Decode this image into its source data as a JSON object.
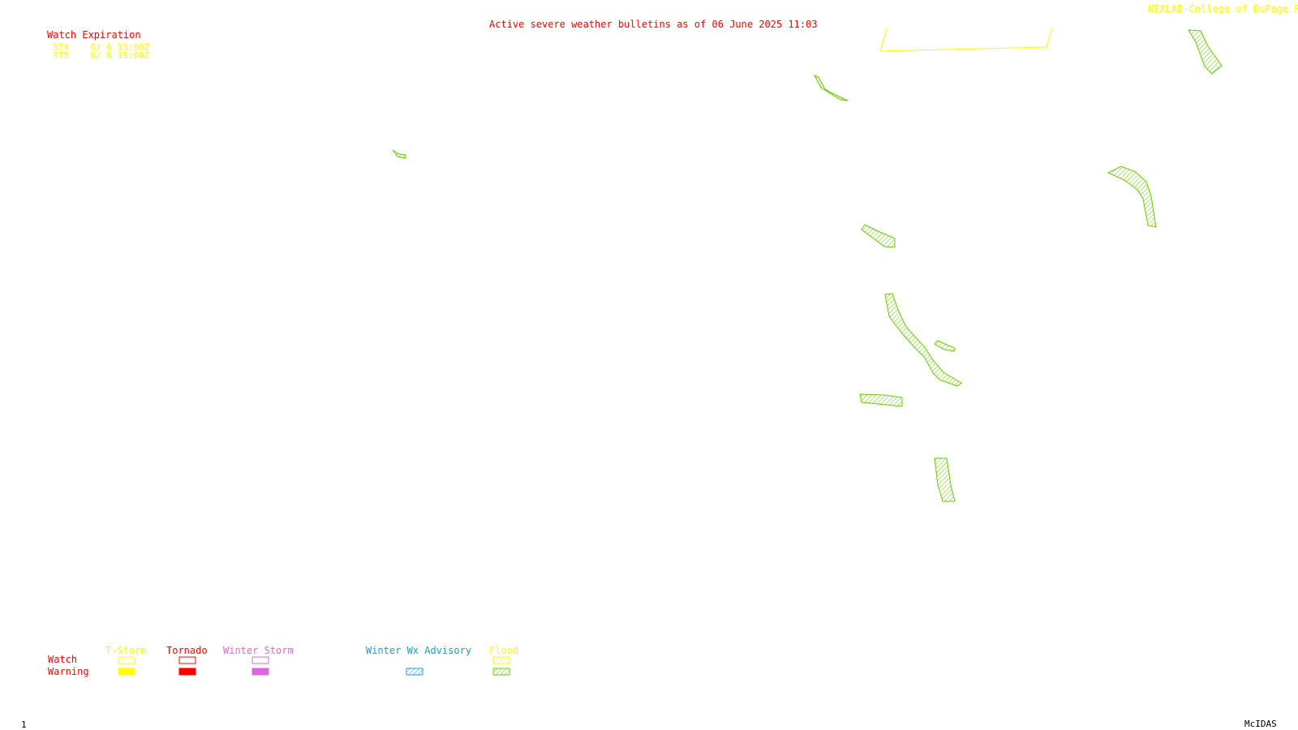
{
  "header": {
    "title": "Active severe weather bulletins as of 06 June 2025 11:03",
    "credit": "NEXLAB-College of DuPage R"
  },
  "watch_expiration": {
    "heading": "Watch Expiration",
    "rows": [
      {
        "number": "374",
        "expires": "6/ 6 13:00Z"
      },
      {
        "number": "375",
        "expires": "6/ 6 15:00Z"
      }
    ]
  },
  "legend": {
    "row_labels": {
      "watch": "Watch",
      "warning": "Warning"
    },
    "categories": [
      {
        "key": "tstorm",
        "label": "T-Storm",
        "color": "#ffff00",
        "watch_style": "outline",
        "warning_style": "filled"
      },
      {
        "key": "tornado",
        "label": "Tornado",
        "color": "#ff0000",
        "watch_style": "outline",
        "warning_style": "filled"
      },
      {
        "key": "winter_storm",
        "label": "Winter Storm",
        "color": "#dd66dd",
        "watch_style": "outline",
        "warning_style": "filled"
      },
      {
        "key": "winter_wx_advisory",
        "label": "Winter Wx Advisory",
        "color": "#1e9ad6",
        "watch_style": "none",
        "warning_style": "hatched"
      },
      {
        "key": "flood",
        "label": "Flood",
        "color": "#ffff00",
        "warning_color": "#66cc00",
        "watch_style": "hatched",
        "warning_style": "hatched"
      }
    ]
  },
  "map_colors": {
    "watch_outline": "#ffff00",
    "flood_warning": "#66cc00"
  },
  "footer": {
    "frame_number": "1",
    "software": "McIDAS"
  }
}
